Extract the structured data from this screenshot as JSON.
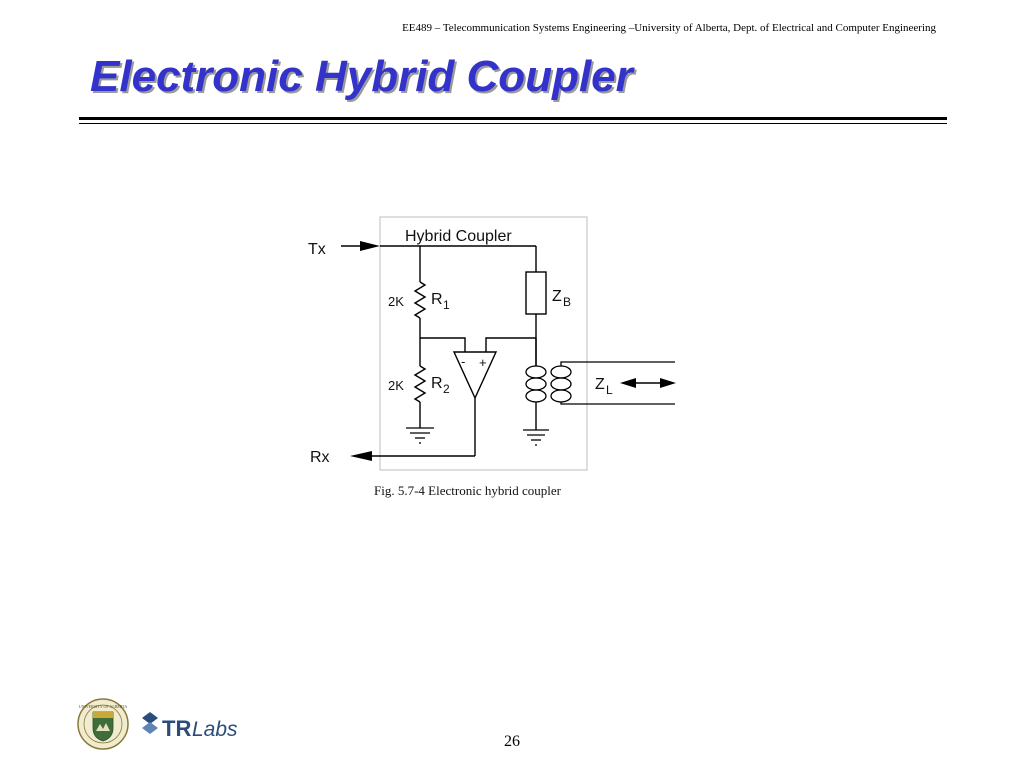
{
  "header": {
    "course": "EE489 – Telecommunication Systems Engineering –University of Alberta, Dept. of Electrical and Computer Engineering"
  },
  "slide": {
    "title": "Electronic Hybrid Coupler",
    "page_number": "26"
  },
  "figure": {
    "box_label": "Hybrid  Coupler",
    "tx_label": "Tx",
    "rx_label": "Rx",
    "r1_value": "2K",
    "r1_name": "R",
    "r1_sub": "1",
    "r2_value": "2K",
    "r2_name": "R",
    "r2_sub": "2",
    "zb_name": "Z",
    "zb_sub": "B",
    "zl_name": "Z",
    "zl_sub": "L",
    "opamp_minus": "-",
    "opamp_plus": "+",
    "caption": "Fig. 5.7-4  Electronic hybrid coupler"
  },
  "footer": {
    "logo_university_text": "UNIVERSITY OF ALBERTA",
    "logo_trlabs_tr": "TR",
    "logo_trlabs_labs": "Labs"
  },
  "colors": {
    "title": "#3333cc",
    "title_shadow": "#9a9a9a",
    "box_border": "#c8c8c8",
    "trlabs": "#2a4c7a"
  }
}
